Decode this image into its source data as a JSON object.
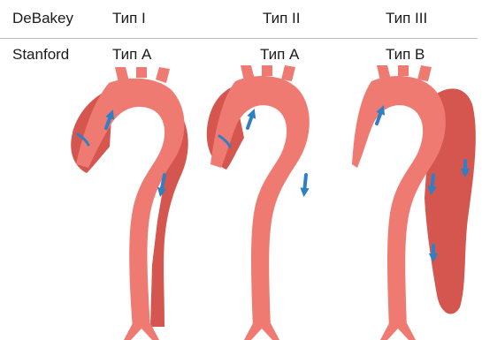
{
  "header": {
    "row_debakey": {
      "label": "DeBakey",
      "types": [
        "Тип I",
        "Тип II",
        "Тип III"
      ]
    },
    "row_stanford": {
      "label": "Stanford",
      "types": [
        "Тип A",
        "Тип A",
        "Тип B"
      ]
    }
  },
  "colors": {
    "lumen": "#ef7a72",
    "false_lumen": "#d4564f",
    "branch": "#ef7a72",
    "flow_arrow": "#2f7fc5",
    "divider": "#bdbdbd",
    "background": "#ffffff"
  },
  "aortas": [
    {
      "debakey": "Тип I",
      "stanford": "Тип A",
      "dissection_extent": "ascending-arch-descending",
      "arrows": 3
    },
    {
      "debakey": "Тип II",
      "stanford": "Тип A",
      "dissection_extent": "ascending-only",
      "arrows": 3
    },
    {
      "debakey": "Тип III",
      "stanford": "Тип B",
      "dissection_extent": "descending-only",
      "arrows": 4
    }
  ]
}
